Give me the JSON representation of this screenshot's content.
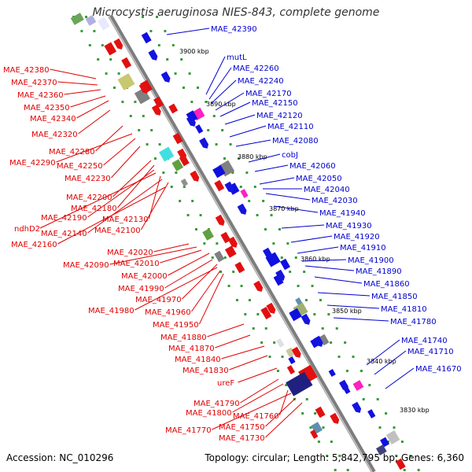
{
  "title": "Microcystis aeruginosa NIES-843, complete genome",
  "accession": "Accession: NC_010296",
  "summary": "Topology: circular; Length: 5,842,795 bp; Genes: 6,360",
  "colors": {
    "forward_label": "#e00000",
    "reverse_label": "#0000d0",
    "backbone": "#8a8a8a",
    "tick": "#3a9a3a"
  },
  "scale_labels": [
    "3900 kbp",
    "3890 kbp",
    "3880 kbp",
    "3870 kbp",
    "3860 kbp",
    "3850 kbp",
    "3840 kbp",
    "3830 kbp"
  ],
  "forward_genes": [
    "MAE_42380",
    "MAE_42370",
    "MAE_42360",
    "MAE_42350",
    "MAE_42340",
    "MAE_42320",
    "MAE_42280",
    "MAE_42290",
    "MAE_42250",
    "MAE_42230",
    "MAE_42200",
    "MAE_42180",
    "MAE_42190",
    "ndhD2",
    "MAE_42130",
    "MAE_42140",
    "MAE_42100",
    "MAE_42160",
    "MAE_42020",
    "MAE_42090",
    "MAE_42010",
    "MAE_42000",
    "MAE_41990",
    "MAE_41970",
    "MAE_41980",
    "MAE_41960",
    "MAE_41950",
    "MAE_41880",
    "MAE_41870",
    "MAE_41840",
    "MAE_41830",
    "ureF",
    "MAE_41790",
    "MAE_41800",
    "MAE_41760",
    "MAE_41770",
    "MAE_41750",
    "MAE_41730"
  ],
  "reverse_genes": [
    "MAE_42390",
    "mutL",
    "MAE_42260",
    "MAE_42240",
    "MAE_42170",
    "MAE_42150",
    "MAE_42120",
    "MAE_42110",
    "MAE_42080",
    "cobJ",
    "MAE_42060",
    "MAE_42050",
    "MAE_42040",
    "MAE_42030",
    "MAE_41940",
    "MAE_41930",
    "MAE_41920",
    "MAE_41910",
    "MAE_41900",
    "MAE_41890",
    "MAE_41860",
    "MAE_41850",
    "MAE_41810",
    "MAE_41780",
    "MAE_41740",
    "MAE_41710",
    "MAE_41670"
  ]
}
